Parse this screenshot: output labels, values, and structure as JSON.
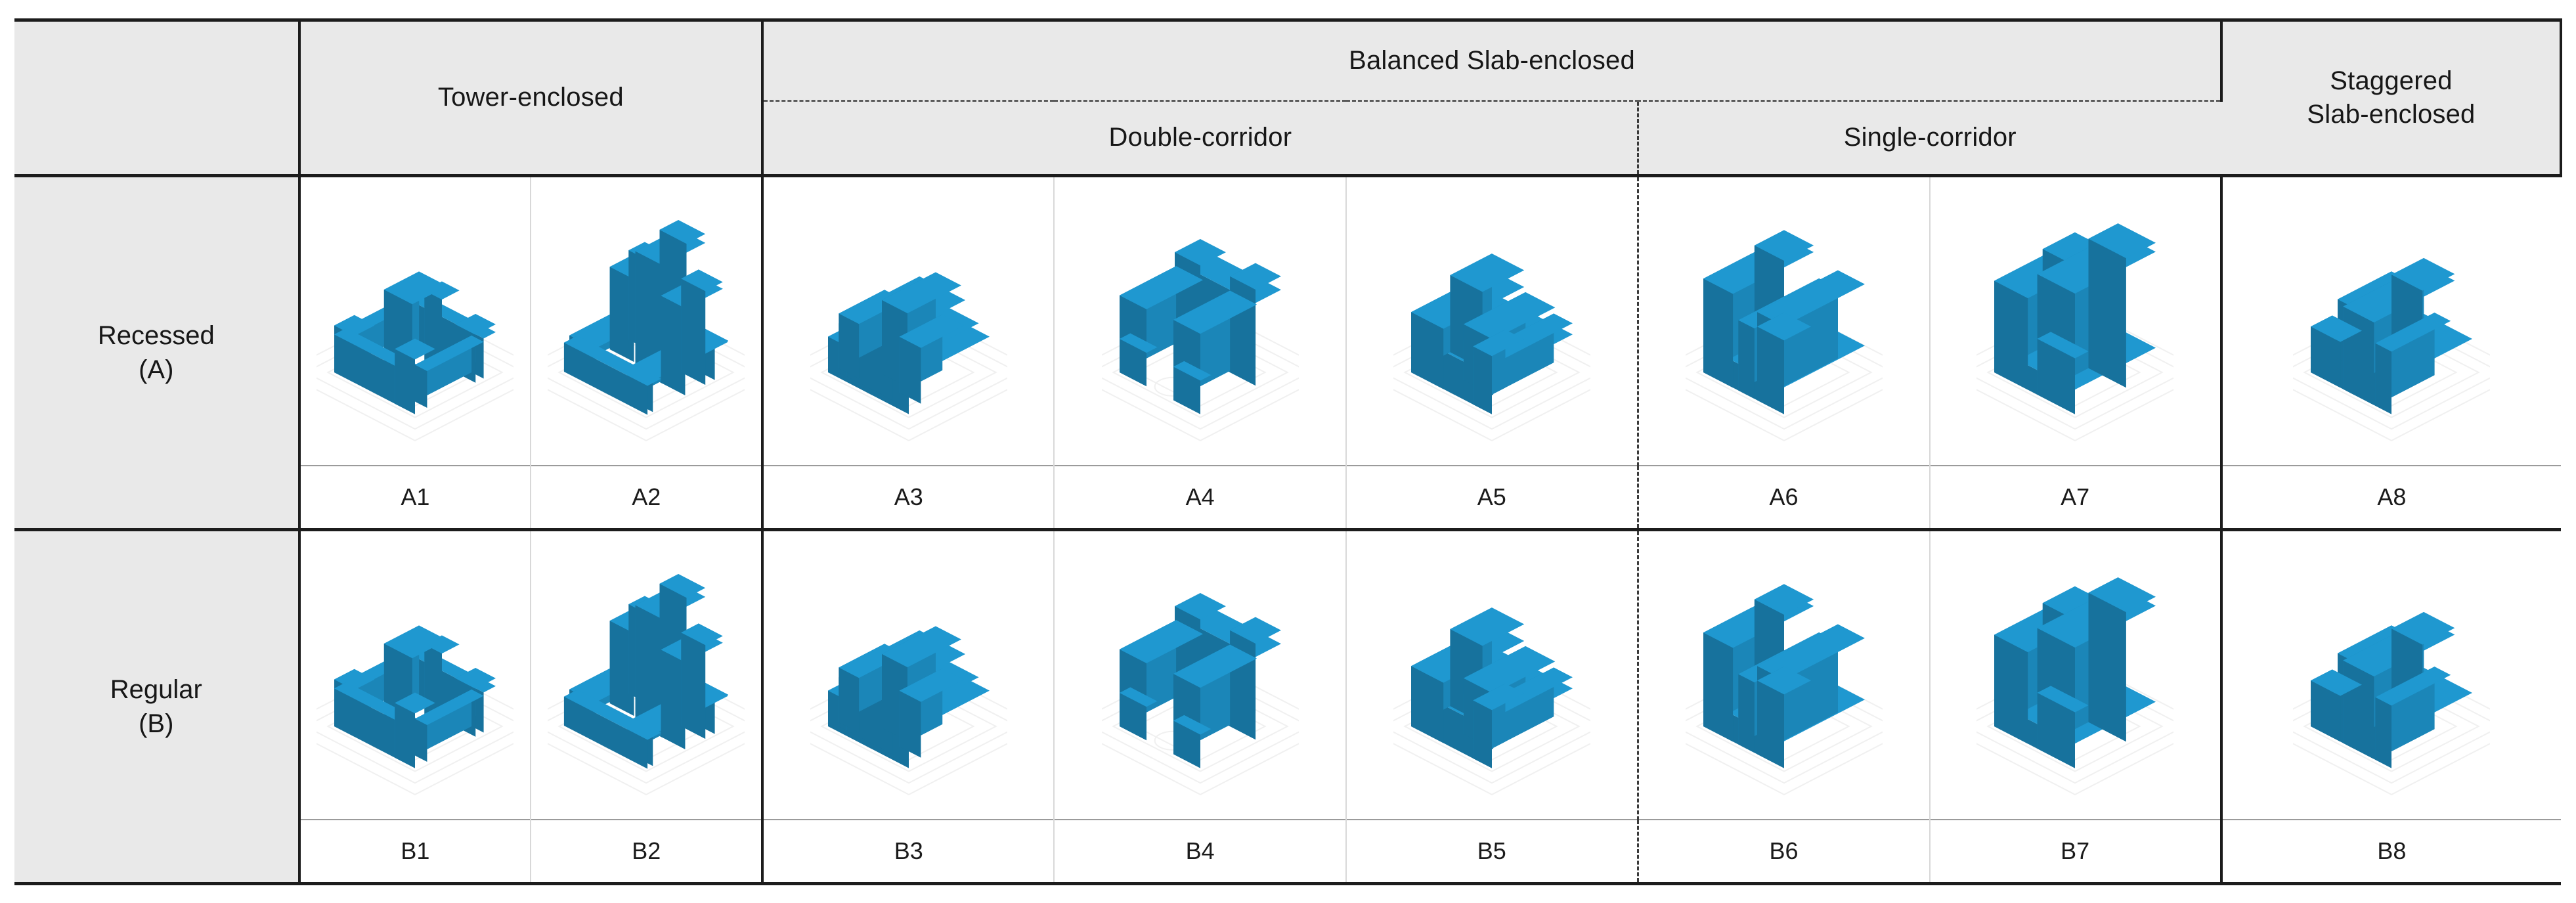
{
  "figure": {
    "kind": "typology-matrix",
    "accent_color": "#1d8fc4",
    "header_bg": "#e9e9e9",
    "site_plan_color": "#f0f0f0"
  },
  "header": {
    "corner": "",
    "groups": [
      {
        "label": "Tower-enclosed",
        "span": 2,
        "has_subrow": false
      },
      {
        "label": "Balanced Slab-enclosed",
        "span": 5,
        "has_subrow": true
      },
      {
        "label": "Staggered\nSlab-enclosed",
        "span": 1,
        "has_subrow": false
      }
    ],
    "group_tower": "Tower-enclosed",
    "group_balanced": "Balanced Slab-enclosed",
    "group_staggered_line1": "Staggered",
    "group_staggered_line2": "Slab-enclosed",
    "sub_double": "Double-corridor",
    "sub_single": "Single-corridor"
  },
  "rows": [
    {
      "header_line1": "Recessed",
      "header_line2": "(A)",
      "id": "A",
      "cells": [
        {
          "label": "A1",
          "group": "Tower-enclosed",
          "type": "tower-cluster-ring"
        },
        {
          "label": "A2",
          "group": "Tower-enclosed",
          "type": "tower-cluster-tall"
        },
        {
          "label": "A3",
          "group": "Double-corridor",
          "type": "slab-solid-block"
        },
        {
          "label": "A4",
          "group": "Double-corridor",
          "type": "slab-u-court"
        },
        {
          "label": "A5",
          "group": "Double-corridor",
          "type": "slab-stepped"
        },
        {
          "label": "A6",
          "group": "Single-corridor",
          "type": "slab-twin-fin"
        },
        {
          "label": "A7",
          "group": "Single-corridor",
          "type": "slab-split-court"
        },
        {
          "label": "A8",
          "group": "Staggered Slab-enclosed",
          "type": "slab-staggered"
        }
      ]
    },
    {
      "header_line1": "Regular",
      "header_line2": "(B)",
      "id": "B",
      "cells": [
        {
          "label": "B1",
          "group": "Tower-enclosed",
          "type": "tower-cluster-ring"
        },
        {
          "label": "B2",
          "group": "Tower-enclosed",
          "type": "tower-cluster-tall"
        },
        {
          "label": "B3",
          "group": "Double-corridor",
          "type": "slab-solid-block"
        },
        {
          "label": "B4",
          "group": "Double-corridor",
          "type": "slab-u-court"
        },
        {
          "label": "B5",
          "group": "Double-corridor",
          "type": "slab-stepped"
        },
        {
          "label": "B6",
          "group": "Single-corridor",
          "type": "slab-twin-fin"
        },
        {
          "label": "B7",
          "group": "Single-corridor",
          "type": "slab-split-court"
        },
        {
          "label": "B8",
          "group": "Staggered Slab-enclosed",
          "type": "slab-staggered"
        }
      ]
    }
  ]
}
